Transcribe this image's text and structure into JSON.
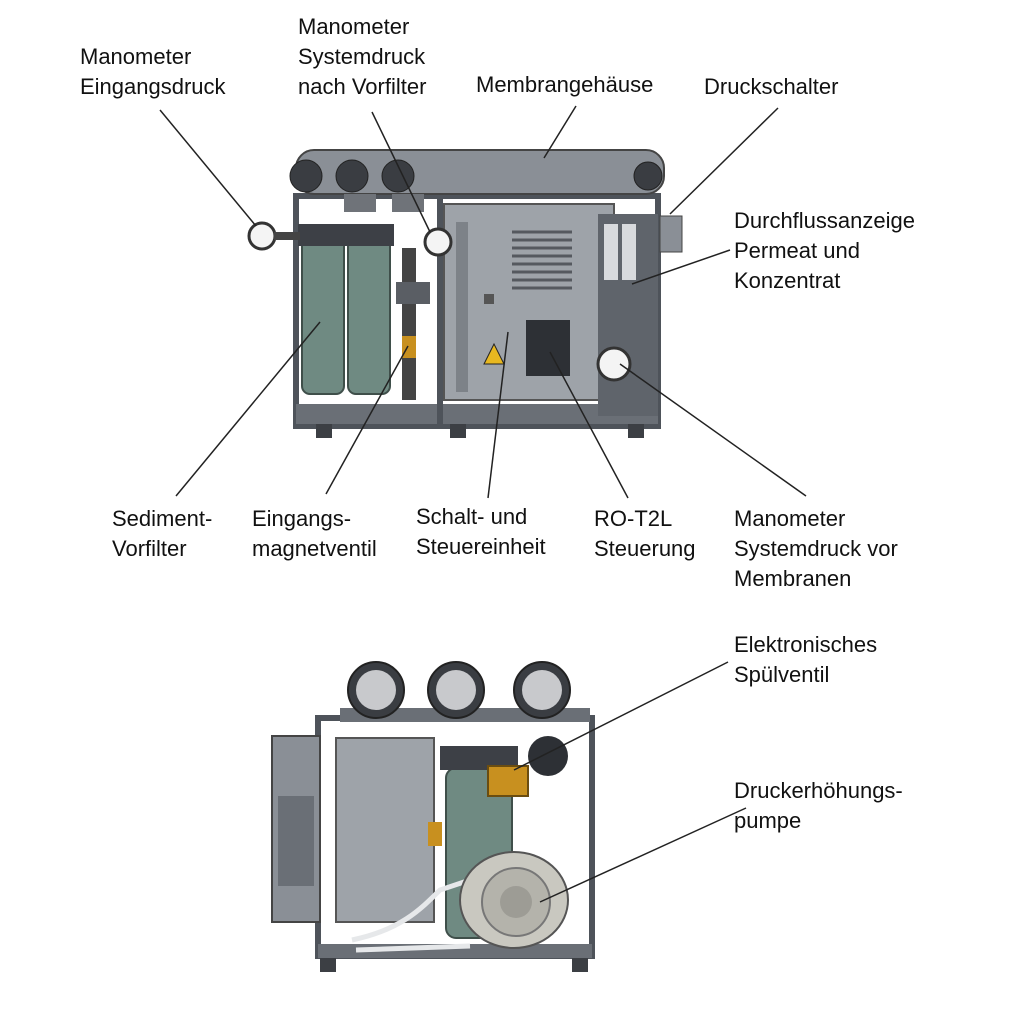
{
  "labels": {
    "manometer_eingang": [
      "Manometer",
      "Eingangsdruck"
    ],
    "manometer_vorfilter": [
      "Manometer",
      "Systemdruck",
      "nach Vorfilter"
    ],
    "membrangehaeuse": [
      "Membrangehäuse"
    ],
    "druckschalter": [
      "Druckschalter"
    ],
    "durchfluss": [
      "Durchflussanzeige",
      "Permeat und",
      "Konzentrat"
    ],
    "sediment": [
      "Sediment-",
      "Vorfilter"
    ],
    "magnetventil": [
      "Eingangs-",
      "magnetventil"
    ],
    "schalteinheit": [
      "Schalt- und",
      "Steuereinheit"
    ],
    "steuerung": [
      "RO-T2L",
      "Steuerung"
    ],
    "manometer_membran": [
      "Manometer",
      "Systemdruck vor",
      "Membranen"
    ],
    "spuelventil": [
      "Elektronisches",
      "Spülventil"
    ],
    "pumpe": [
      "Druckerhöhungs-",
      "pumpe"
    ]
  },
  "colors": {
    "frame": "#5f646b",
    "housing": "#8a8f96",
    "filter": "#6f8a82",
    "cabinet": "#9ea3a9",
    "panel": "#4b4f55",
    "pump": "#c9c8c0",
    "accent": "#c8901f",
    "line": "#222222"
  }
}
